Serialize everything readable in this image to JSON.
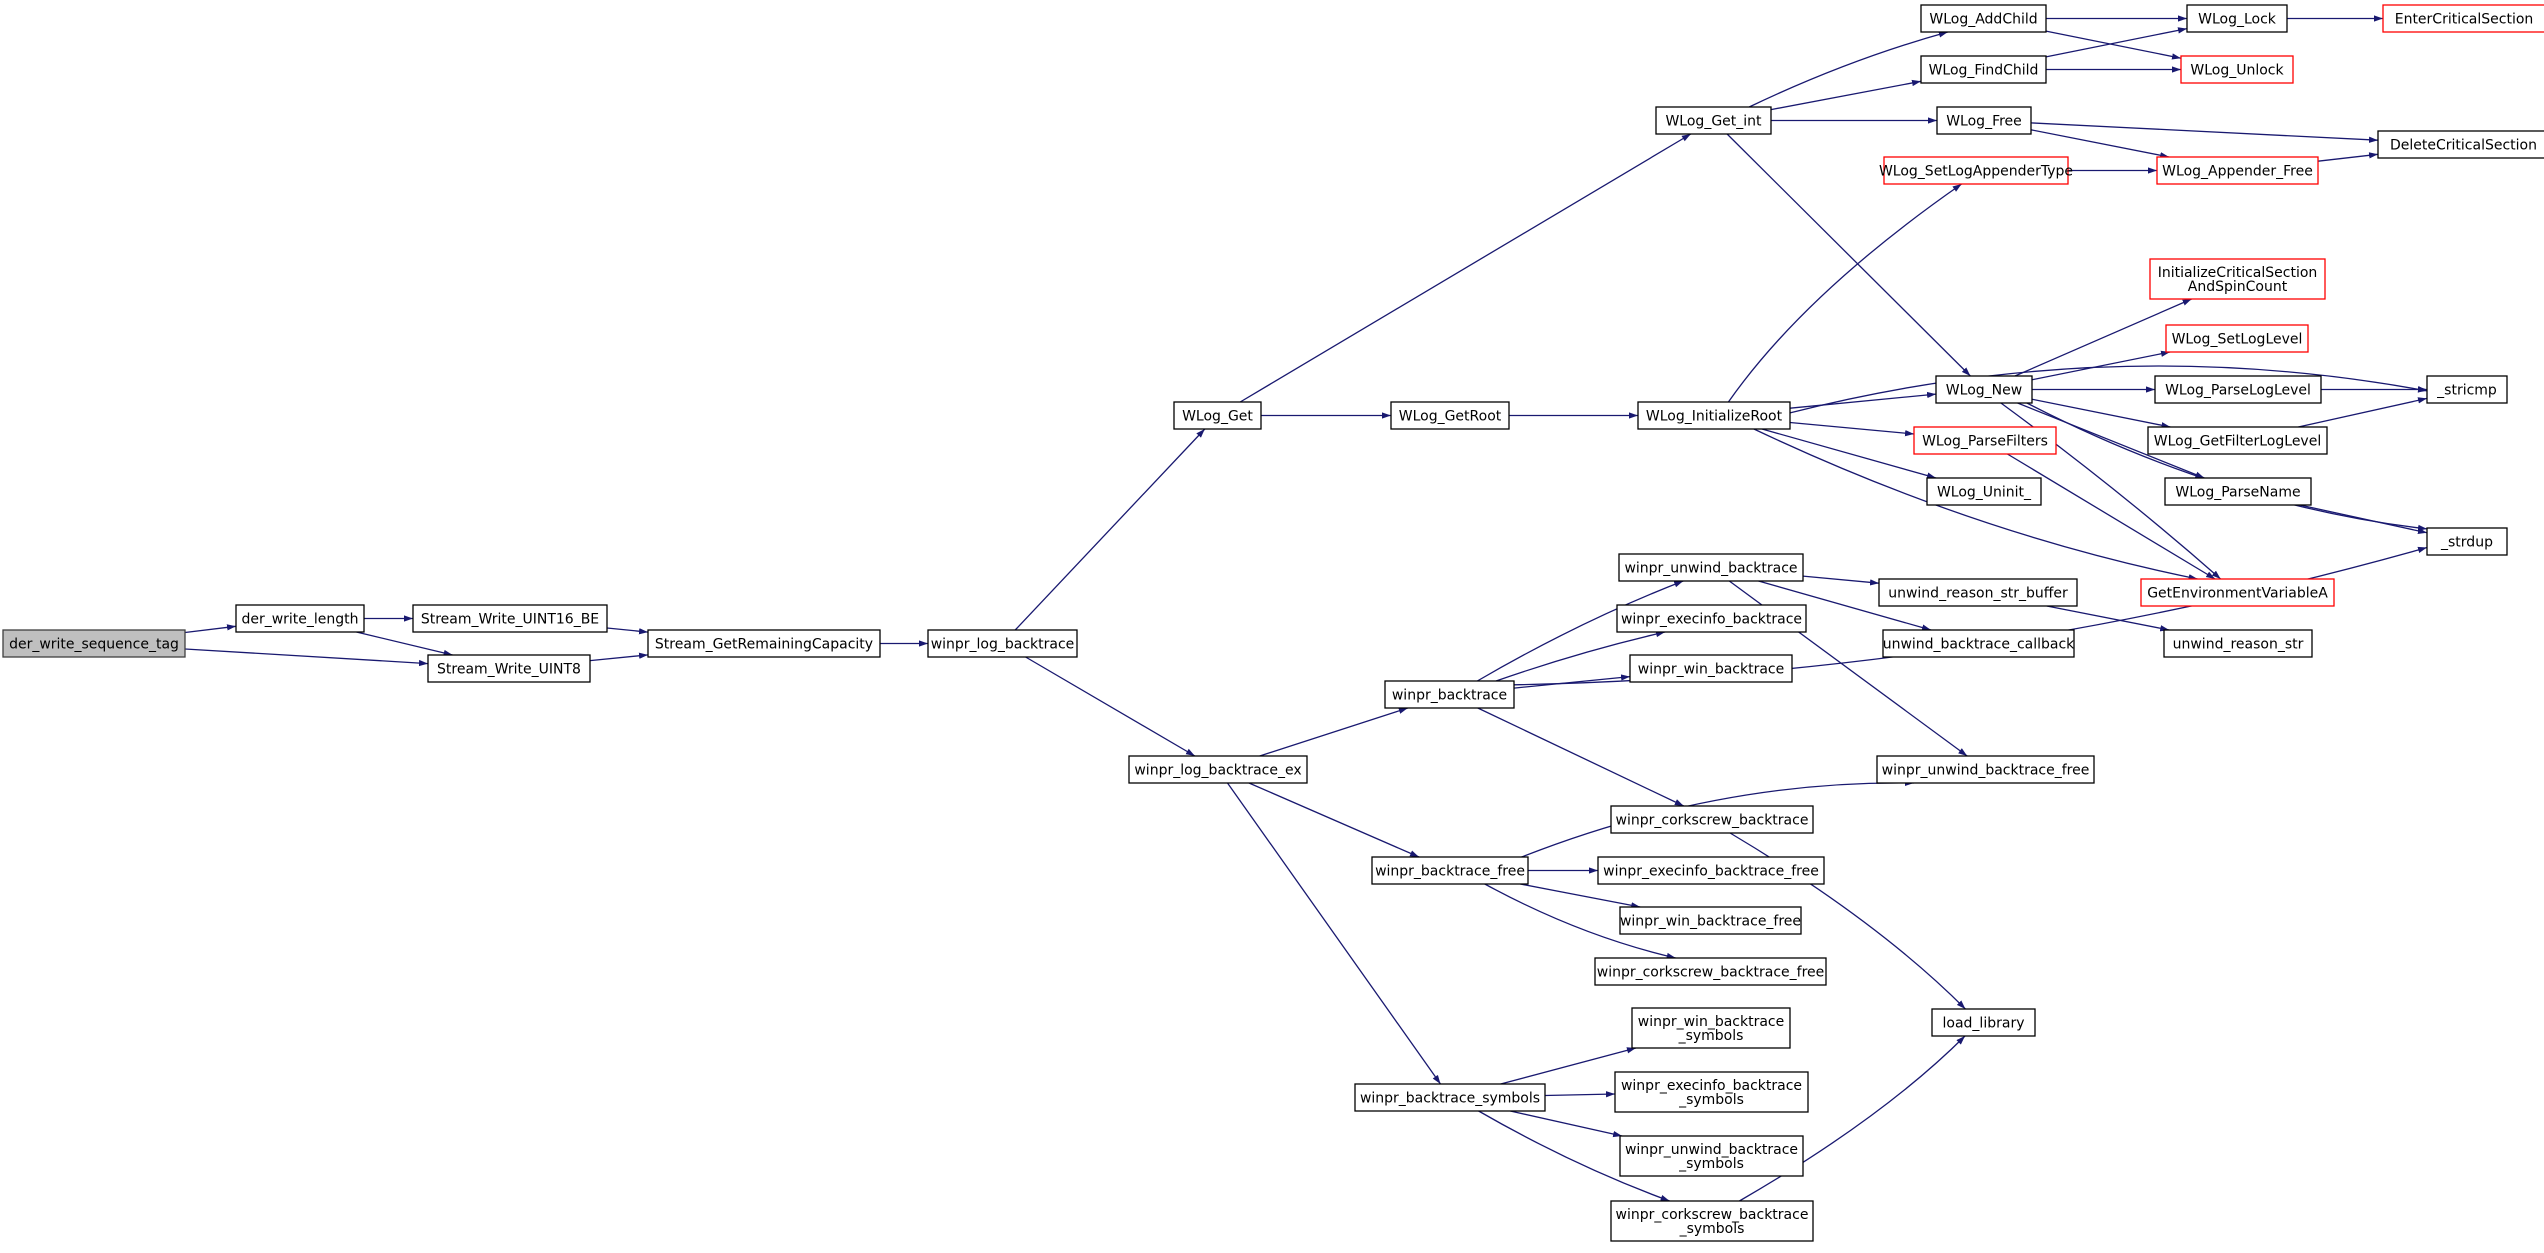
{
  "diagram": {
    "type": "call-graph",
    "colors": {
      "edge": "#191970",
      "root_fill": "#bfbfbf",
      "node_border": "#000000",
      "truncated_border": "#ff0000"
    },
    "nodes": [
      {
        "id": "n0",
        "lines": [
          "der_write_sequence_tag"
        ],
        "root": true,
        "truncated": false
      },
      {
        "id": "n1",
        "lines": [
          "der_write_length"
        ],
        "root": false,
        "truncated": false
      },
      {
        "id": "n2",
        "lines": [
          "Stream_Write_UINT16_BE"
        ],
        "root": false,
        "truncated": false
      },
      {
        "id": "n3",
        "lines": [
          "Stream_Write_UINT8"
        ],
        "root": false,
        "truncated": false
      },
      {
        "id": "n4",
        "lines": [
          "Stream_GetRemainingCapacity"
        ],
        "root": false,
        "truncated": false
      },
      {
        "id": "n5",
        "lines": [
          "winpr_log_backtrace"
        ],
        "root": false,
        "truncated": false
      },
      {
        "id": "n6",
        "lines": [
          "WLog_Get"
        ],
        "root": false,
        "truncated": false
      },
      {
        "id": "n7",
        "lines": [
          "winpr_log_backtrace_ex"
        ],
        "root": false,
        "truncated": false
      },
      {
        "id": "n8",
        "lines": [
          "WLog_GetRoot"
        ],
        "root": false,
        "truncated": false
      },
      {
        "id": "n9",
        "lines": [
          "WLog_Get_int"
        ],
        "root": false,
        "truncated": false
      },
      {
        "id": "n10",
        "lines": [
          "WLog_InitializeRoot"
        ],
        "root": false,
        "truncated": false
      },
      {
        "id": "n11",
        "lines": [
          "WLog_AddChild"
        ],
        "root": false,
        "truncated": false
      },
      {
        "id": "n12",
        "lines": [
          "WLog_FindChild"
        ],
        "root": false,
        "truncated": false
      },
      {
        "id": "n13",
        "lines": [
          "WLog_Free"
        ],
        "root": false,
        "truncated": false
      },
      {
        "id": "n14",
        "lines": [
          "WLog_Lock"
        ],
        "root": false,
        "truncated": false
      },
      {
        "id": "n15",
        "lines": [
          "WLog_Unlock"
        ],
        "root": false,
        "truncated": true
      },
      {
        "id": "n16",
        "lines": [
          "EnterCriticalSection"
        ],
        "root": false,
        "truncated": true
      },
      {
        "id": "n17",
        "lines": [
          "DeleteCriticalSection"
        ],
        "root": false,
        "truncated": false
      },
      {
        "id": "n18",
        "lines": [
          "WLog_Appender_Free"
        ],
        "root": false,
        "truncated": true
      },
      {
        "id": "n19",
        "lines": [
          "WLog_SetLogAppenderType"
        ],
        "root": false,
        "truncated": true
      },
      {
        "id": "n20",
        "lines": [
          "InitializeCriticalSection",
          "AndSpinCount"
        ],
        "root": false,
        "truncated": true
      },
      {
        "id": "n21",
        "lines": [
          "WLog_SetLogLevel"
        ],
        "root": false,
        "truncated": true
      },
      {
        "id": "n22",
        "lines": [
          "WLog_New"
        ],
        "root": false,
        "truncated": false
      },
      {
        "id": "n23",
        "lines": [
          "WLog_ParseLogLevel"
        ],
        "root": false,
        "truncated": false
      },
      {
        "id": "n24",
        "lines": [
          "_stricmp"
        ],
        "root": false,
        "truncated": false
      },
      {
        "id": "n25",
        "lines": [
          "WLog_GetFilterLogLevel"
        ],
        "root": false,
        "truncated": false
      },
      {
        "id": "n26",
        "lines": [
          "WLog_ParseFilters"
        ],
        "root": false,
        "truncated": true
      },
      {
        "id": "n27",
        "lines": [
          "WLog_ParseName"
        ],
        "root": false,
        "truncated": false
      },
      {
        "id": "n28",
        "lines": [
          "WLog_Uninit_"
        ],
        "root": false,
        "truncated": false
      },
      {
        "id": "n29",
        "lines": [
          "_strdup"
        ],
        "root": false,
        "truncated": false
      },
      {
        "id": "n30",
        "lines": [
          "GetEnvironmentVariableA"
        ],
        "root": false,
        "truncated": true
      },
      {
        "id": "n31",
        "lines": [
          "winpr_unwind_backtrace"
        ],
        "root": false,
        "truncated": false
      },
      {
        "id": "n32",
        "lines": [
          "unwind_reason_str_buffer"
        ],
        "root": false,
        "truncated": false
      },
      {
        "id": "n33",
        "lines": [
          "winpr_execinfo_backtrace"
        ],
        "root": false,
        "truncated": false
      },
      {
        "id": "n34",
        "lines": [
          "unwind_backtrace_callback"
        ],
        "root": false,
        "truncated": false
      },
      {
        "id": "n35",
        "lines": [
          "unwind_reason_str"
        ],
        "root": false,
        "truncated": false
      },
      {
        "id": "n36",
        "lines": [
          "winpr_win_backtrace"
        ],
        "root": false,
        "truncated": false
      },
      {
        "id": "n37",
        "lines": [
          "winpr_backtrace"
        ],
        "root": false,
        "truncated": false
      },
      {
        "id": "n38",
        "lines": [
          "winpr_unwind_backtrace_free"
        ],
        "root": false,
        "truncated": false
      },
      {
        "id": "n39",
        "lines": [
          "winpr_corkscrew_backtrace"
        ],
        "root": false,
        "truncated": false
      },
      {
        "id": "n40",
        "lines": [
          "winpr_backtrace_free"
        ],
        "root": false,
        "truncated": false
      },
      {
        "id": "n41",
        "lines": [
          "winpr_execinfo_backtrace_free"
        ],
        "root": false,
        "truncated": false
      },
      {
        "id": "n42",
        "lines": [
          "winpr_win_backtrace_free"
        ],
        "root": false,
        "truncated": false
      },
      {
        "id": "n43",
        "lines": [
          "winpr_corkscrew_backtrace_free"
        ],
        "root": false,
        "truncated": false
      },
      {
        "id": "n44",
        "lines": [
          "load_library"
        ],
        "root": false,
        "truncated": false
      },
      {
        "id": "n45",
        "lines": [
          "winpr_win_backtrace",
          "_symbols"
        ],
        "root": false,
        "truncated": false
      },
      {
        "id": "n46",
        "lines": [
          "winpr_backtrace_symbols"
        ],
        "root": false,
        "truncated": false
      },
      {
        "id": "n47",
        "lines": [
          "winpr_execinfo_backtrace",
          "_symbols"
        ],
        "root": false,
        "truncated": false
      },
      {
        "id": "n48",
        "lines": [
          "winpr_unwind_backtrace",
          "_symbols"
        ],
        "root": false,
        "truncated": false
      },
      {
        "id": "n49",
        "lines": [
          "winpr_corkscrew_backtrace",
          "_symbols"
        ],
        "root": false,
        "truncated": false
      }
    ],
    "edges": [
      {
        "from": "n0",
        "to": "n1"
      },
      {
        "from": "n0",
        "to": "n3"
      },
      {
        "from": "n1",
        "to": "n2"
      },
      {
        "from": "n1",
        "to": "n3"
      },
      {
        "from": "n2",
        "to": "n4"
      },
      {
        "from": "n3",
        "to": "n4"
      },
      {
        "from": "n4",
        "to": "n5"
      },
      {
        "from": "n5",
        "to": "n6"
      },
      {
        "from": "n5",
        "to": "n7"
      },
      {
        "from": "n6",
        "to": "n8"
      },
      {
        "from": "n6",
        "to": "n9"
      },
      {
        "from": "n8",
        "to": "n10"
      },
      {
        "from": "n9",
        "to": "n11"
      },
      {
        "from": "n9",
        "to": "n12"
      },
      {
        "from": "n9",
        "to": "n13"
      },
      {
        "from": "n9",
        "to": "n22"
      },
      {
        "from": "n11",
        "to": "n14"
      },
      {
        "from": "n11",
        "to": "n15"
      },
      {
        "from": "n12",
        "to": "n14"
      },
      {
        "from": "n12",
        "to": "n15"
      },
      {
        "from": "n14",
        "to": "n16"
      },
      {
        "from": "n13",
        "to": "n17"
      },
      {
        "from": "n13",
        "to": "n18"
      },
      {
        "from": "n18",
        "to": "n17"
      },
      {
        "from": "n19",
        "to": "n18"
      },
      {
        "from": "n10",
        "to": "n19"
      },
      {
        "from": "n10",
        "to": "n24"
      },
      {
        "from": "n10",
        "to": "n22"
      },
      {
        "from": "n10",
        "to": "n26"
      },
      {
        "from": "n10",
        "to": "n28"
      },
      {
        "from": "n10",
        "to": "n30"
      },
      {
        "from": "n22",
        "to": "n20"
      },
      {
        "from": "n22",
        "to": "n21"
      },
      {
        "from": "n22",
        "to": "n23"
      },
      {
        "from": "n22",
        "to": "n25"
      },
      {
        "from": "n22",
        "to": "n27"
      },
      {
        "from": "n22",
        "to": "n29"
      },
      {
        "from": "n22",
        "to": "n30"
      },
      {
        "from": "n23",
        "to": "n24"
      },
      {
        "from": "n25",
        "to": "n24"
      },
      {
        "from": "n27",
        "to": "n29"
      },
      {
        "from": "n26",
        "to": "n30"
      },
      {
        "from": "n7",
        "to": "n37"
      },
      {
        "from": "n7",
        "to": "n40"
      },
      {
        "from": "n7",
        "to": "n46"
      },
      {
        "from": "n37",
        "to": "n31"
      },
      {
        "from": "n37",
        "to": "n33"
      },
      {
        "from": "n37",
        "to": "n36"
      },
      {
        "from": "n37",
        "to": "n39"
      },
      {
        "from": "n37",
        "to": "n29"
      },
      {
        "from": "n31",
        "to": "n32"
      },
      {
        "from": "n31",
        "to": "n34"
      },
      {
        "from": "n31",
        "to": "n38"
      },
      {
        "from": "n32",
        "to": "n35"
      },
      {
        "from": "n40",
        "to": "n38"
      },
      {
        "from": "n40",
        "to": "n41"
      },
      {
        "from": "n40",
        "to": "n42"
      },
      {
        "from": "n40",
        "to": "n43"
      },
      {
        "from": "n39",
        "to": "n44"
      },
      {
        "from": "n46",
        "to": "n45"
      },
      {
        "from": "n46",
        "to": "n47"
      },
      {
        "from": "n46",
        "to": "n48"
      },
      {
        "from": "n46",
        "to": "n49"
      },
      {
        "from": "n49",
        "to": "n44"
      }
    ]
  }
}
